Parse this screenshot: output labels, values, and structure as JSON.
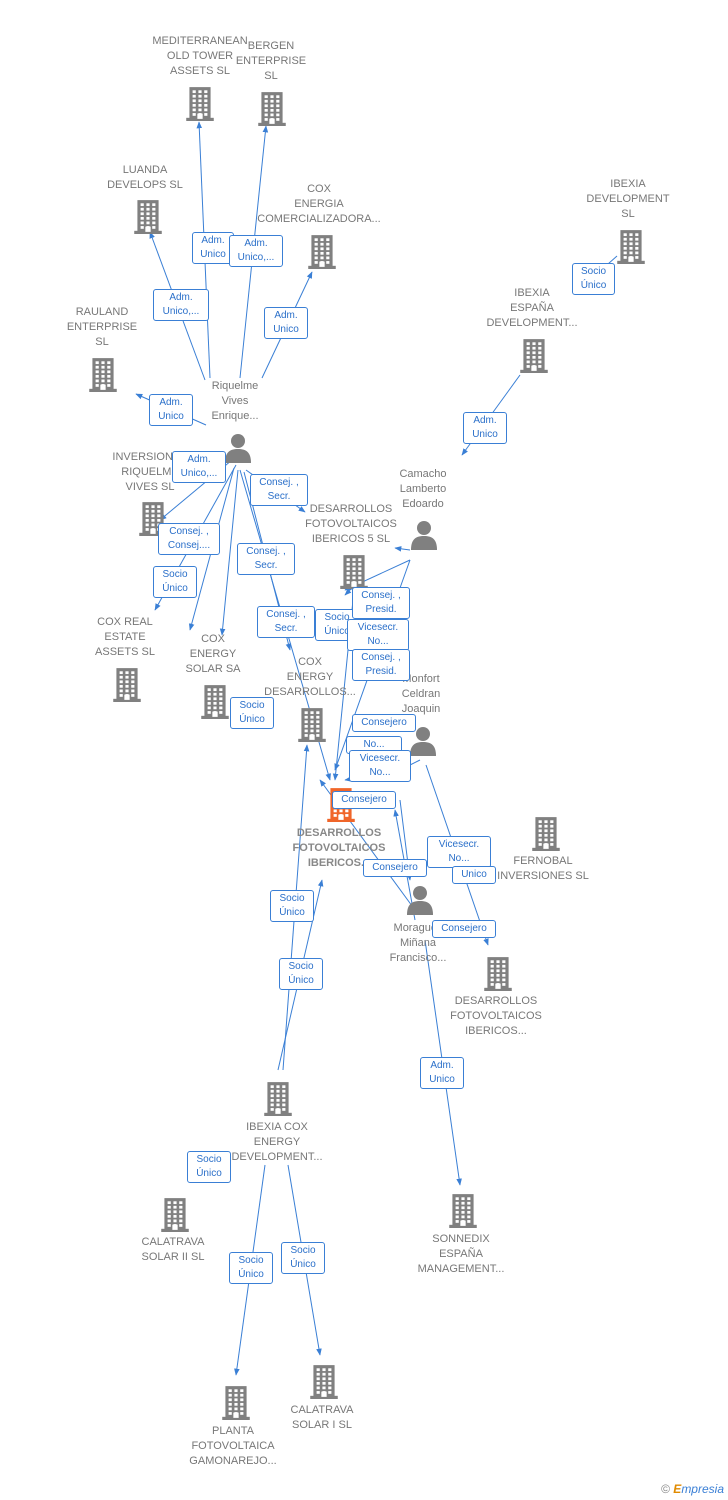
{
  "colors": {
    "edge": "#3a7fd5",
    "building": "#808080",
    "focus": "#f0662a",
    "person": "#808080"
  },
  "companies": [
    {
      "id": "mediterranean",
      "label": "MEDITERRANEAN\nOLD TOWER\nASSETS  SL"
    },
    {
      "id": "bergen",
      "label": "BERGEN\nENTERPRISE\nSL"
    },
    {
      "id": "luanda",
      "label": "LUANDA\nDEVELOPS  SL"
    },
    {
      "id": "cox-comercializadora",
      "label": "COX\nENERGIA\nCOMERCIALIZADORA..."
    },
    {
      "id": "ibexia-development",
      "label": "IBEXIA\nDEVELOPMENT\nSL"
    },
    {
      "id": "rauland",
      "label": "RAULAND\nENTERPRISE\nSL"
    },
    {
      "id": "ibexia-espana",
      "label": "IBEXIA\nESPAÑA\nDEVELOPMENT..."
    },
    {
      "id": "inversiones-riquelme",
      "label": "INVERSIONES\nRIQUELME\nVIVES  SL"
    },
    {
      "id": "desarrollos-5",
      "label": "DESARROLLOS\nFOTOVOLTAICOS\nIBERICOS 5  SL"
    },
    {
      "id": "cox-real-estate",
      "label": "COX REAL\nESTATE\nASSETS  SL"
    },
    {
      "id": "cox-solar",
      "label": "COX\nENERGY\nSOLAR SA"
    },
    {
      "id": "cox-desarrollos",
      "label": "COX\nENERGY\nDESARROLLOS..."
    },
    {
      "id": "fernobal",
      "label": "FERNOBAL\nINVERSIONES SL"
    },
    {
      "id": "desarrollos-other",
      "label": "DESARROLLOS\nFOTOVOLTAICOS\nIBERICOS..."
    },
    {
      "id": "ibexia-cox",
      "label": "IBEXIA COX\nENERGY\nDEVELOPMENT..."
    },
    {
      "id": "sonnedix",
      "label": "SONNEDIX\nESPAÑA\nMANAGEMENT..."
    },
    {
      "id": "calatrava-ii",
      "label": "CALATRAVA\nSOLAR II  SL"
    },
    {
      "id": "calatrava-i",
      "label": "CALATRAVA\nSOLAR I  SL"
    },
    {
      "id": "planta",
      "label": "PLANTA\nFOTOVOLTAICA\nGAMONAREJO..."
    }
  ],
  "focus_company": {
    "label": "DESARROLLOS\nFOTOVOLTAICOS\nIBERICOS..."
  },
  "people": [
    {
      "id": "riquelme",
      "label": "Riquelme\nVives\nEnrique..."
    },
    {
      "id": "camacho",
      "label": "Camacho\nLamberto\nEdoardo"
    },
    {
      "id": "monfort",
      "label": "Monfort\nCeldran\nJoaquin"
    },
    {
      "id": "moragues",
      "label": "Moragues\nMiñana\nFrancisco..."
    }
  ],
  "roles": [
    "Adm.\nUnico",
    "Adm.\nUnico,...",
    "Adm.\nUnico,...",
    "Adm.\nUnico",
    "Socio\nÚnico",
    "Adm.\nUnico",
    "Adm.\nUnico",
    "Adm.\nUnico,...",
    "Consej. ,\nSecr.",
    "Consej. ,\nConsej....",
    "Consej. ,\nSecr.",
    "Socio\nÚnico",
    "Consej. ,\nSecr.",
    "Socio\nÚnico",
    "Consej. ,\nPresid.",
    "Vicesecr.\nNo...",
    "Consej. ,\nPresid.",
    "Socio\nÚnico",
    "Consejero",
    "No...",
    "Vicesecr.\nNo...",
    "Consejero",
    "Consejero",
    "Vicesecr.\nNo...",
    "Unico",
    "Consejero",
    "Socio\nÚnico",
    "Socio\nÚnico",
    "Adm.\nUnico",
    "Socio\nÚnico",
    "Socio\nÚnico",
    "Socio\nÚnico"
  ],
  "footer": {
    "copyright": "©",
    "brand_first": "E",
    "brand_rest": "mpresia"
  }
}
